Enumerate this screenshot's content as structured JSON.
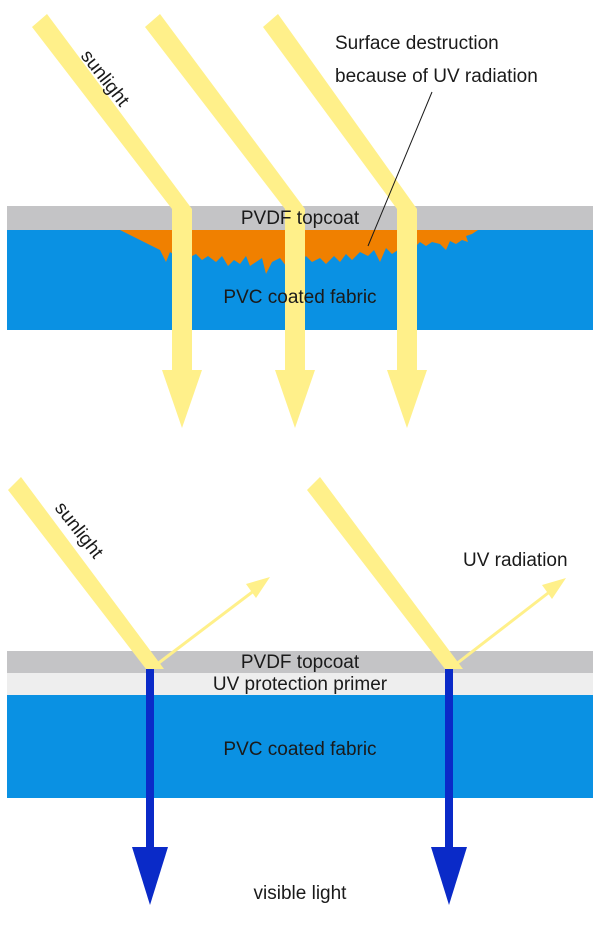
{
  "colors": {
    "sunlight": "#FFF08A",
    "topcoat": "#C4C4C6",
    "fabric": "#0A91E3",
    "damage": "#F08000",
    "primer": "#EEEEEE",
    "visible_light": "#0A2AC8",
    "text": "#1A1A1A"
  },
  "top_panel": {
    "sunlight_label": "sunlight",
    "topcoat_label": "PVDF topcoat",
    "fabric_label": "PVC coated fabric",
    "annotation_line1": "Surface destruction",
    "annotation_line2": "because of UV radiation"
  },
  "bottom_panel": {
    "sunlight_label": "sunlight",
    "uv_label": "UV radiation",
    "topcoat_label": "PVDF topcoat",
    "primer_label": "UV protection primer",
    "fabric_label": "PVC coated fabric",
    "visible_label": "visible light"
  }
}
